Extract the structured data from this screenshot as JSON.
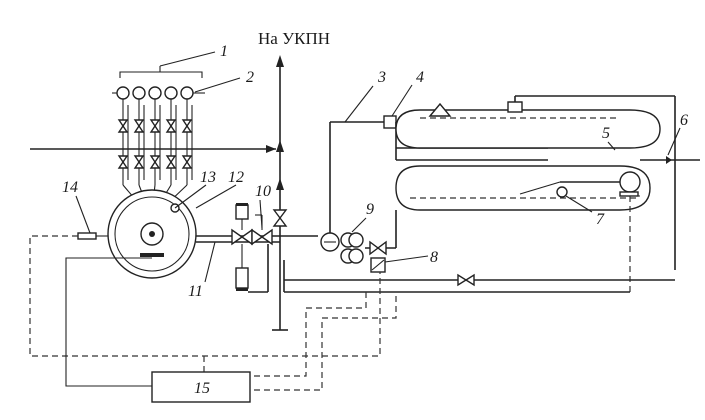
{
  "diagram": {
    "destination_text": "На УКПН",
    "labels": [
      "1",
      "2",
      "3",
      "4",
      "5",
      "6",
      "7",
      "8",
      "9",
      "10",
      "11",
      "12",
      "13",
      "14",
      "15"
    ],
    "controller_label": "15"
  }
}
